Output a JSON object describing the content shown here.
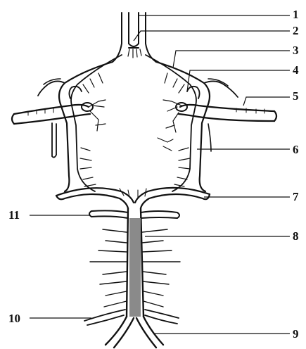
{
  "labels": {
    "l1": "1",
    "l2": "2",
    "l3": "3",
    "l4": "4",
    "l5": "5",
    "l6": "6",
    "l7": "7",
    "l8": "8",
    "l9": "9",
    "l10": "10",
    "l11": "11"
  },
  "colors": {
    "ink": "#111111",
    "vessel_fill": "#e9e9e9",
    "basilar_fill": "#8a8a8a"
  }
}
